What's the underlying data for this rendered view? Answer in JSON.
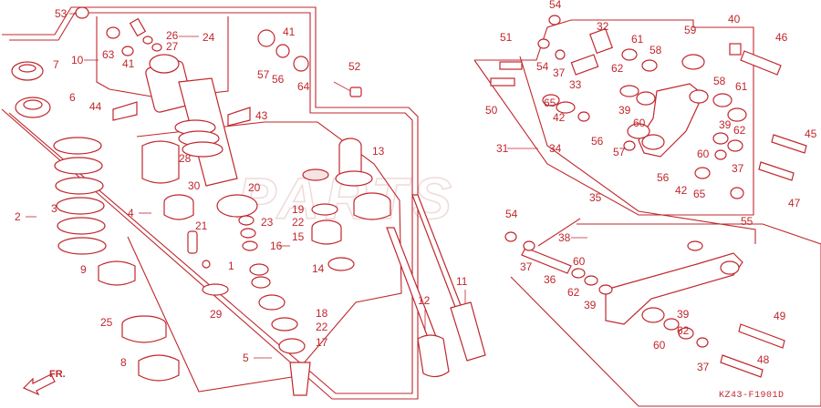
{
  "diagram": {
    "code": "KZ43-F1901D",
    "watermark": "PARTS",
    "direction_label": "FR.",
    "colors": {
      "line": "#c0272d",
      "background": "#ffffff",
      "watermark": "#f0dada"
    },
    "callouts": {
      "c53": "53",
      "c7": "7",
      "c6": "6",
      "c2": "2",
      "c3": "3",
      "c44": "44",
      "c9": "9",
      "c25": "25",
      "c8": "8",
      "c10": "10",
      "c63": "63",
      "c41a": "41",
      "c26": "26",
      "c24": "24",
      "c27": "27",
      "c41b": "41",
      "c57": "57",
      "c56": "56",
      "c64": "64",
      "c43": "43",
      "c28": "28",
      "c4": "4",
      "c30": "30",
      "c20": "20",
      "c21": "21",
      "c23": "23",
      "c1": "1",
      "c29": "29",
      "c5": "5",
      "c52": "52",
      "c13": "13",
      "c19": "19",
      "c22a": "22",
      "c16": "16",
      "c15": "15",
      "c14": "14",
      "c12": "12",
      "c11": "11",
      "c18": "18",
      "c22b": "22",
      "c17": "17",
      "c54a": "54",
      "c32": "32",
      "c40": "40",
      "c46": "46",
      "c51": "51",
      "c54b": "54",
      "c37a": "37",
      "c61a": "61",
      "c58a": "58",
      "c59": "59",
      "c62a": "62",
      "c33": "33",
      "c50": "50",
      "c65a": "65",
      "c42a": "42",
      "c39a": "39",
      "c60a": "60",
      "c58b": "58",
      "c61b": "61",
      "c56a": "56",
      "c39b": "39",
      "c62b": "62",
      "c31": "31",
      "c34": "34",
      "c57b": "57",
      "c60b": "60",
      "c56b": "56",
      "c37b": "37",
      "c42b": "42",
      "c65b": "65",
      "c45": "45",
      "c47": "47",
      "c55": "55",
      "c35": "35",
      "c54c": "54",
      "c38": "38",
      "c37c": "37",
      "c36": "36",
      "c60c": "60",
      "c62c": "62",
      "c39c": "39",
      "c49": "49",
      "c39d": "39",
      "c62d": "62",
      "c60d": "60",
      "c37d": "37",
      "c48": "48"
    }
  }
}
